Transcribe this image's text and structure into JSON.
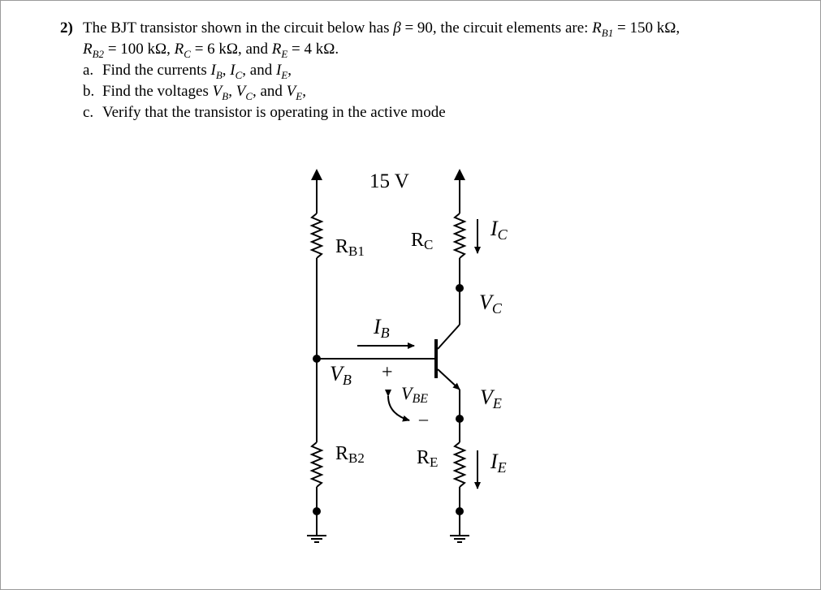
{
  "problem": {
    "number": "2)",
    "line1_prefix": "The BJT transistor shown in the circuit below has",
    "beta_symbol": "β",
    "beta_value": "= 90,",
    "line1_suffix": "the circuit elements are:",
    "rb1_symbol": "R",
    "rb1_sub": "B1",
    "rb1_value": "= 150 kΩ,",
    "rb2_symbol": "R",
    "rb2_sub": "B2",
    "rb2_value": "= 100 kΩ,",
    "rc_symbol": "R",
    "rc_sub": "C",
    "rc_value": "= 6 kΩ, and",
    "re_symbol": "R",
    "re_sub": "E",
    "re_value": "= 4 kΩ.",
    "parts": [
      {
        "label": "a.",
        "text_a": "Find the currents",
        "s1": "I",
        "s1sub": "B",
        "s2": "I",
        "s2sub": "C",
        "s3": "I",
        "s3sub": "E"
      },
      {
        "label": "b.",
        "text_a": "Find the voltages",
        "s1": "V",
        "s1sub": "B",
        "s2": "V",
        "s2sub": "C",
        "s3": "V",
        "s3sub": "E"
      },
      {
        "label": "c.",
        "text": "Verify that the transistor is operating in the active mode"
      }
    ],
    "sep_comma": ",",
    "sep_and": ", and",
    "end_comma": ","
  },
  "circuit": {
    "supply": "15 V",
    "rb1": {
      "main": "R",
      "sub": "B1"
    },
    "rb2": {
      "main": "R",
      "sub": "B2"
    },
    "rc": {
      "main": "R",
      "sub": "C"
    },
    "re": {
      "main": "R",
      "sub": "E"
    },
    "ic": {
      "main": "I",
      "sub": "C"
    },
    "ie": {
      "main": "I",
      "sub": "E"
    },
    "ib": {
      "main": "I",
      "sub": "B"
    },
    "vc": {
      "main": "V",
      "sub": "C"
    },
    "ve": {
      "main": "V",
      "sub": "E"
    },
    "vb": {
      "main": "V",
      "sub": "B"
    },
    "vbe": {
      "main": "V",
      "sub": "BE"
    },
    "plus": "+",
    "minus": "–"
  }
}
